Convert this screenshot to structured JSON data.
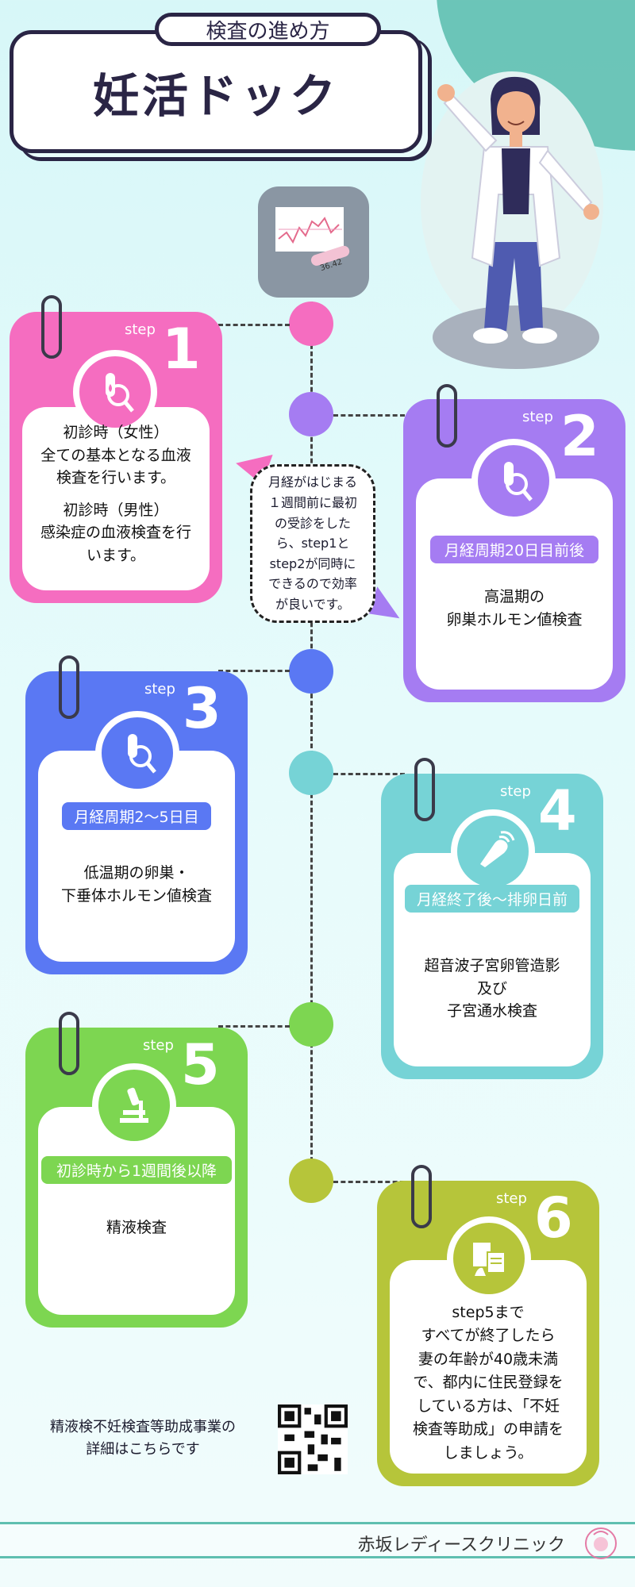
{
  "header": {
    "subtitle": "検査の進め方",
    "title": "妊活ドック"
  },
  "chart_tile": {
    "readout": "36.42"
  },
  "colors": {
    "step1": "#f56dc0",
    "step2": "#a57cf2",
    "step3": "#5a78f3",
    "step4": "#76d3d6",
    "step5": "#7dd651",
    "step6": "#b6c53a"
  },
  "bubble": {
    "text": [
      "月経がはじまる",
      "１週間前に最初",
      "の受診をした",
      "ら、step1と",
      "step2が同時に",
      "できるので効率",
      "が良いです。"
    ]
  },
  "steps": [
    {
      "label": "step",
      "num": "1",
      "icon": "blood-test-icon",
      "tag": "",
      "lines_a": [
        "初診時（女性）",
        "全ての基本となる血液",
        "検査を行います。"
      ],
      "lines_b": [
        "初診時（男性）",
        "感染症の血液検査を行",
        "います。"
      ]
    },
    {
      "label": "step",
      "num": "2",
      "icon": "blood-test-icon",
      "tag": "月経周期20日目前後",
      "lines_a": [
        "高温期の",
        "卵巣ホルモン値検査"
      ]
    },
    {
      "label": "step",
      "num": "3",
      "icon": "blood-test-icon",
      "tag": "月経周期2～5日目",
      "lines_a": [
        "低温期の卵巣・",
        "下垂体ホルモン値検査"
      ]
    },
    {
      "label": "step",
      "num": "4",
      "icon": "ultrasound-probe-icon",
      "tag": "月経終了後～排卵日前",
      "lines_a": [
        "超音波子宮卵管造影",
        "及び",
        "子宮通水検査"
      ]
    },
    {
      "label": "step",
      "num": "5",
      "icon": "microscope-icon",
      "tag": "初診時から1週間後以降",
      "lines_a": [
        "精液検査"
      ]
    },
    {
      "label": "step",
      "num": "6",
      "icon": "application-form-icon",
      "tag": "",
      "lines_a": [
        "step5まで",
        "すべてが終了したら",
        "妻の年齢が40歳未満",
        "で、都内に住民登録を",
        "している方は、「不妊",
        "検査等助成」の申請を",
        "しましょう。"
      ]
    }
  ],
  "footer": {
    "note": [
      "精液検不妊検査等助成事業の",
      "詳細はこちらです"
    ],
    "qr_icon": "qr-code-icon",
    "clinic_name": "赤坂レディースクリニック",
    "logo_icon": "clinic-logo-icon"
  }
}
